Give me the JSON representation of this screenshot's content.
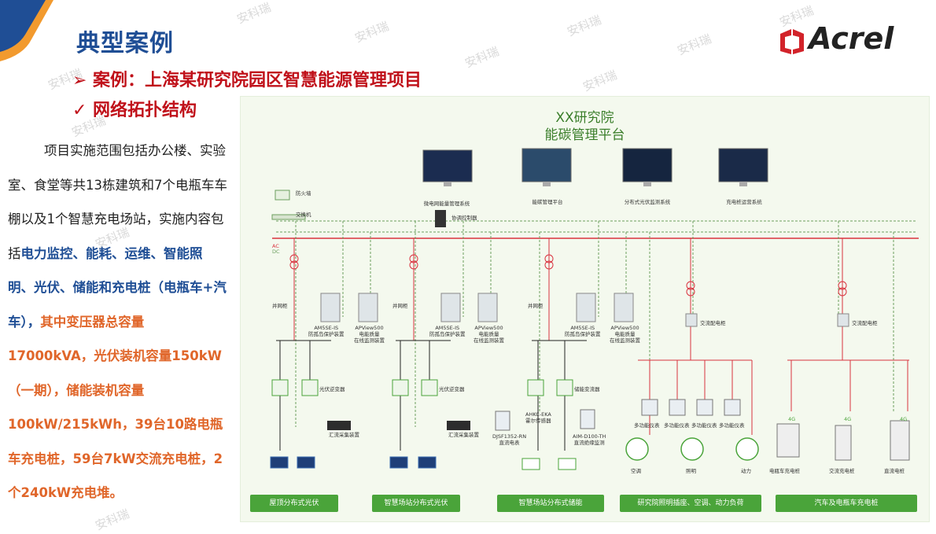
{
  "slide": {
    "title": "典型案例",
    "case_title": "案例：上海某研究院园区智慧能源管理项目",
    "topology_title": "网络拓扑结构",
    "logo_text": "Acrel",
    "watermark": "安科瑞",
    "desc_parts": {
      "p1": "项目实施范围包括办公楼、实验室、食堂等共13栋建筑和7个电瓶车车棚以及1个智慧充电场站，实施内容包括",
      "p2": "电力监控、能耗、运维、智能照明、光伏、储能和充电桩（电瓶车+汽车），",
      "p3": "其中变压器总容量17000kVA，光伏装机容量150kW（一期），储能装机容量100kW/215kWh，39台10路电瓶车充电桩，59台7kW交流充电桩，2个240kW充电堆。"
    }
  },
  "diagram": {
    "platform_title_1": "XX研究院",
    "platform_title_2": "能碳管理平台",
    "monitors": [
      "微电网能量管理系统",
      "能碳管理平台",
      "分布式光伏监测系统",
      "充电桩运营系统"
    ],
    "firewall": "防火墙",
    "switch": "交换机",
    "coordinator": "协调控制器",
    "ac": "AC",
    "dc": "DC",
    "grid_cabinet": "并网柜",
    "protect_device": "AM5SE-IS\n防孤岛保护装置",
    "quality_device": "APView500\n电能质量\n在线监测装置",
    "pv_inverter": "光伏逆变器",
    "storage_converter": "储能变流器",
    "dc_collector": "汇流采集装置",
    "dc_meter": "DJSF1352-RN\n直流电表",
    "hall_sensor": "AHKC-EKA\n霍尔传感器",
    "insulation": "AIM-D100-TH\n直流绝缘监测",
    "ac_cabinet": "交流配电柜",
    "multi_meter": "多功能仪表",
    "aircon": "空调",
    "lighting": "照明",
    "power": "动力",
    "ebike_pile": "电瓶车充电桩",
    "ac_pile": "交流充电桩",
    "dc_pile": "直流电桩",
    "signal": "4G",
    "bottom_labels": [
      "屋顶分布式光伏",
      "智慧场站分布式光伏",
      "智慧场站分布式储能",
      "研究院照明插座、空调、动力负荷",
      "汽车及电瓶车充电桩"
    ]
  }
}
